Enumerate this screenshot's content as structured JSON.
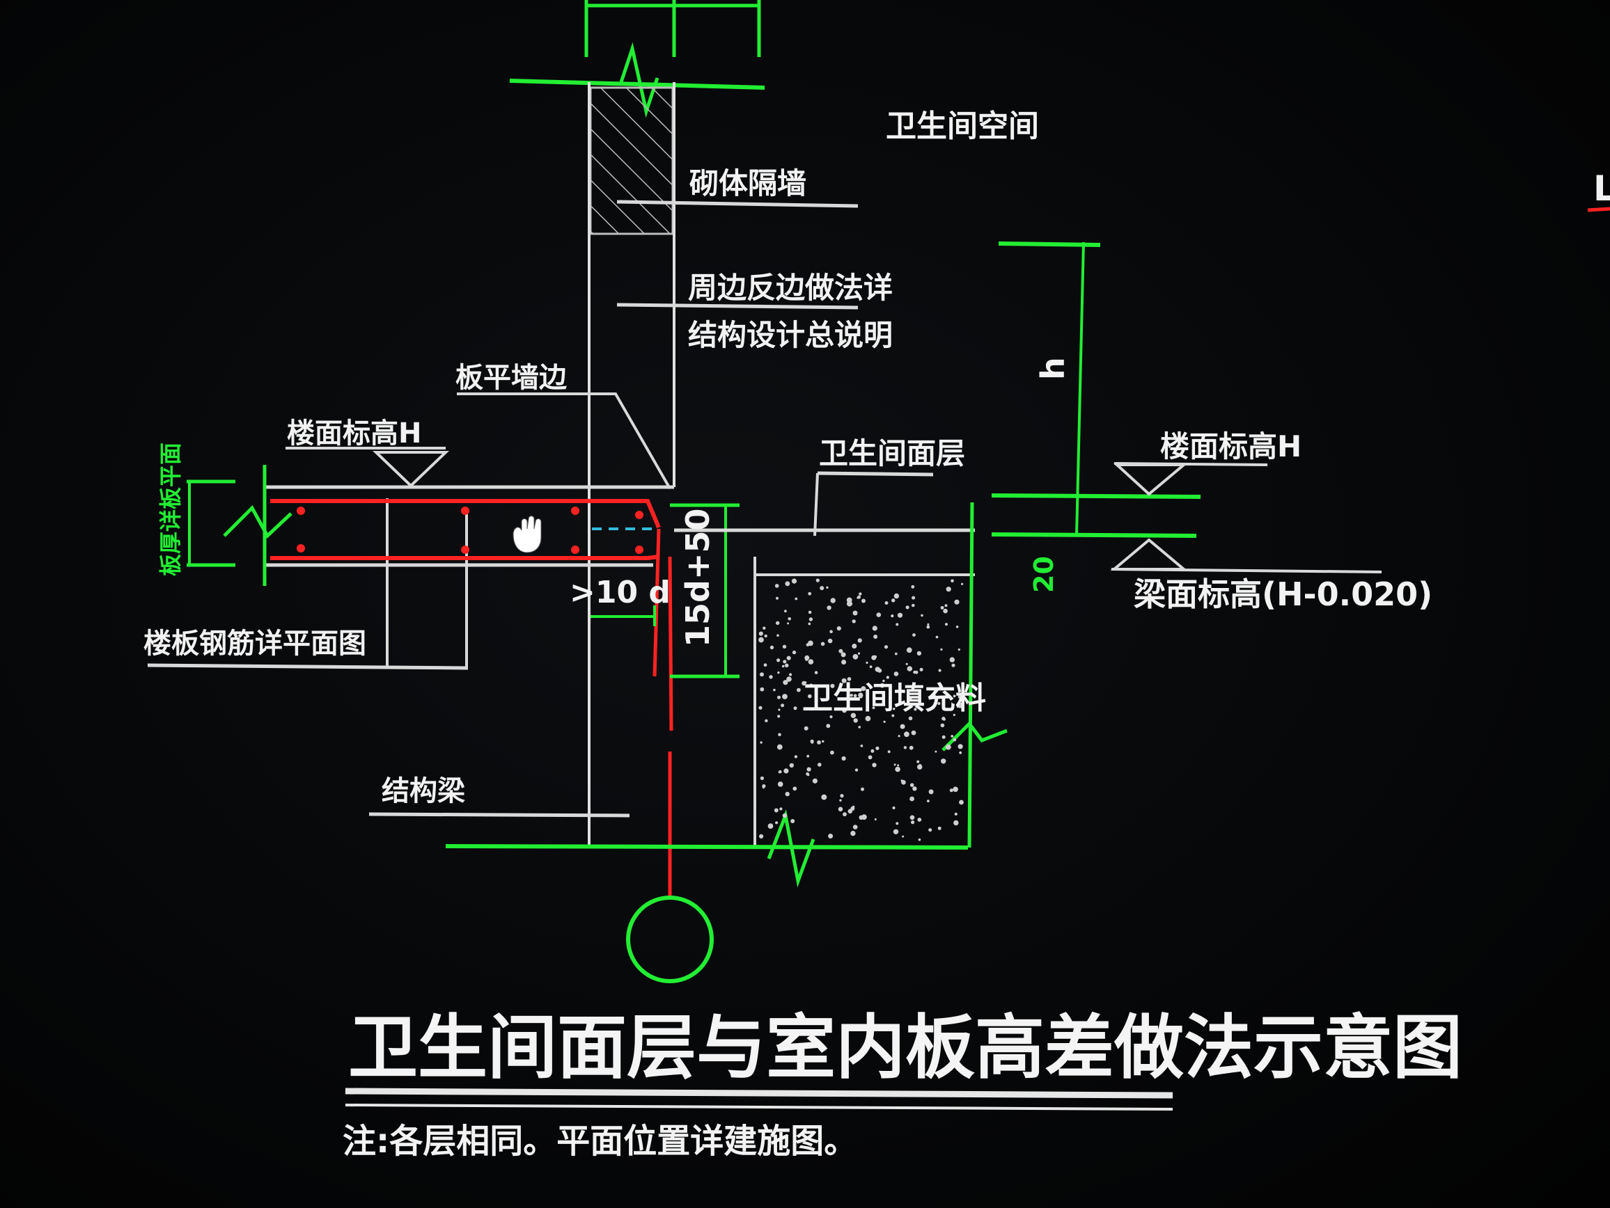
{
  "drawing": {
    "title": "卫生间面层与室内板高差做法示意图",
    "note": "注:各层相同。平面位置详建施图。",
    "labels": {
      "bathroom_space": "卫生间空间",
      "masonry_wall": "砌体隔墙",
      "curb_note_line1": "周边反边做法详",
      "curb_note_line2": "结构设计总说明",
      "slab_flush_edge": "板平墙边",
      "floor_elev_left": "楼面标高H",
      "bathroom_finish": "卫生间面层",
      "floor_elev_right": "楼面标高H",
      "beam_top_elev": "梁面标高(H-0.020)",
      "slab_rebar_plan": "楼板钢筋详平面图",
      "bathroom_fill": "卫生间填充料",
      "structural_beam": "结构梁",
      "slab_thickness_plan": "板厚详板平面",
      "dim_10d": ">10 d",
      "dim_15d50": "15d+50",
      "dim_h": "h",
      "dim_20": "20",
      "edge_fragment": "L"
    },
    "colors": {
      "background": "#000000",
      "green": "#22ee33",
      "red": "#ff2222",
      "white": "#e8e8e8",
      "cyan": "#33bbdd"
    }
  }
}
